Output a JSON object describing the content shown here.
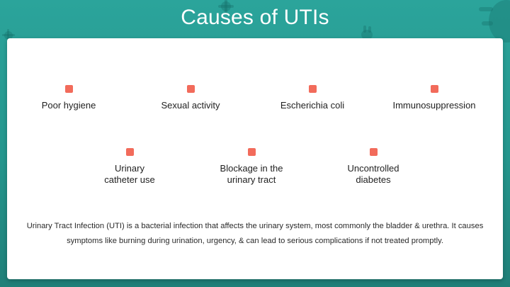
{
  "slide": {
    "title": "Causes of UTIs",
    "colors": {
      "background": "#26a097",
      "card": "#ffffff",
      "marker": "#f26b5b",
      "text": "#1f1f1f"
    },
    "causes_row1": [
      {
        "label": "Poor hygiene"
      },
      {
        "label": "Sexual activity"
      },
      {
        "label": "Escherichia coli"
      },
      {
        "label": "Immunosuppression"
      }
    ],
    "causes_row2": [
      {
        "label": "Urinary\ncatheter use"
      },
      {
        "label": "Blockage in the\nurinary tract"
      },
      {
        "label": "Uncontrolled\ndiabetes"
      }
    ],
    "description": "Urinary Tract Infection (UTI) is a bacterial infection that affects the urinary system, most commonly the bladder & urethra. It causes symptoms like burning during urination, urgency, & can lead to serious complications if not treated promptly."
  }
}
